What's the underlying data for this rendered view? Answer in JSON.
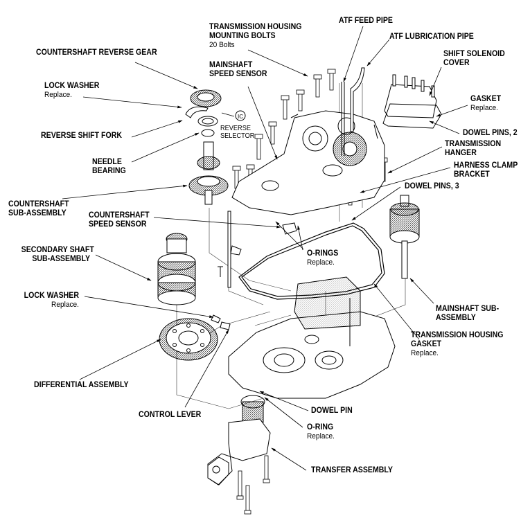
{
  "diagram": {
    "title": "Transmission exploded view",
    "labels": [
      {
        "id": "countershaft-reverse-gear",
        "lines": [
          "COUNTERSHAFT REVERSE GEAR"
        ],
        "note": ""
      },
      {
        "id": "lock-washer-top",
        "lines": [
          "LOCK WASHER"
        ],
        "note": "Replace."
      },
      {
        "id": "reverse-shift-fork",
        "lines": [
          "REVERSE SHIFT FORK"
        ],
        "note": ""
      },
      {
        "id": "reverse-selector",
        "lines": [
          "REVERSE",
          "SELECTOR"
        ],
        "note": ""
      },
      {
        "id": "needle-bearing",
        "lines": [
          "NEEDLE",
          "BEARING"
        ],
        "note": ""
      },
      {
        "id": "countershaft-sub-assembly",
        "lines": [
          "COUNTERSHAFT",
          "SUB-ASSEMBLY"
        ],
        "note": ""
      },
      {
        "id": "countershaft-speed-sensor",
        "lines": [
          "COUNTERSHAFT",
          "SPEED SENSOR"
        ],
        "note": ""
      },
      {
        "id": "secondary-shaft-sub-assembly",
        "lines": [
          "SECONDARY SHAFT",
          "SUB-ASSEMBLY"
        ],
        "note": ""
      },
      {
        "id": "lock-washer-bottom",
        "lines": [
          "LOCK WASHER"
        ],
        "note": "Replace."
      },
      {
        "id": "differential-assembly",
        "lines": [
          "DIFFERENTIAL ASSEMBLY"
        ],
        "note": ""
      },
      {
        "id": "control-lever",
        "lines": [
          "CONTROL LEVER"
        ],
        "note": ""
      },
      {
        "id": "transmission-housing-mounting-bolts",
        "lines": [
          "TRANSMISSION HOUSING",
          "MOUNTING BOLTS"
        ],
        "note": "20 Bolts"
      },
      {
        "id": "mainshaft-speed-sensor",
        "lines": [
          "MAINSHAFT",
          "SPEED SENSOR"
        ],
        "note": ""
      },
      {
        "id": "atf-feed-pipe",
        "lines": [
          "ATF FEED PIPE"
        ],
        "note": ""
      },
      {
        "id": "atf-lubrication-pipe",
        "lines": [
          "ATF LUBRICATION PIPE"
        ],
        "note": ""
      },
      {
        "id": "shift-solenoid-cover",
        "lines": [
          "SHIFT SOLENOID",
          "COVER"
        ],
        "note": ""
      },
      {
        "id": "gasket",
        "lines": [
          "GASKET"
        ],
        "note": "Replace."
      },
      {
        "id": "dowel-pins-2",
        "lines": [
          "DOWEL PINS, 2"
        ],
        "note": ""
      },
      {
        "id": "transmission-hanger",
        "lines": [
          "TRANSMISSION",
          "HANGER"
        ],
        "note": ""
      },
      {
        "id": "harness-clamp-bracket",
        "lines": [
          "HARNESS CLAMP",
          "BRACKET"
        ],
        "note": ""
      },
      {
        "id": "dowel-pins-3",
        "lines": [
          "DOWEL PINS, 3"
        ],
        "note": ""
      },
      {
        "id": "o-rings",
        "lines": [
          "O-RINGS"
        ],
        "note": "Replace."
      },
      {
        "id": "mainshaft-sub-assembly",
        "lines": [
          "MAINSHAFT SUB-",
          "ASSEMBLY"
        ],
        "note": ""
      },
      {
        "id": "transmission-housing-gasket",
        "lines": [
          "TRANSMISSION HOUSING",
          "GASKET"
        ],
        "note": "Replace."
      },
      {
        "id": "dowel-pin",
        "lines": [
          "DOWEL PIN"
        ],
        "note": ""
      },
      {
        "id": "o-ring",
        "lines": [
          "O-RING"
        ],
        "note": "Replace."
      },
      {
        "id": "transfer-assembly",
        "lines": [
          "TRANSFER ASSEMBLY"
        ],
        "note": ""
      }
    ],
    "symbols": [
      {
        "id": "reverse-selector-icon",
        "glyph": "IC"
      }
    ]
  }
}
